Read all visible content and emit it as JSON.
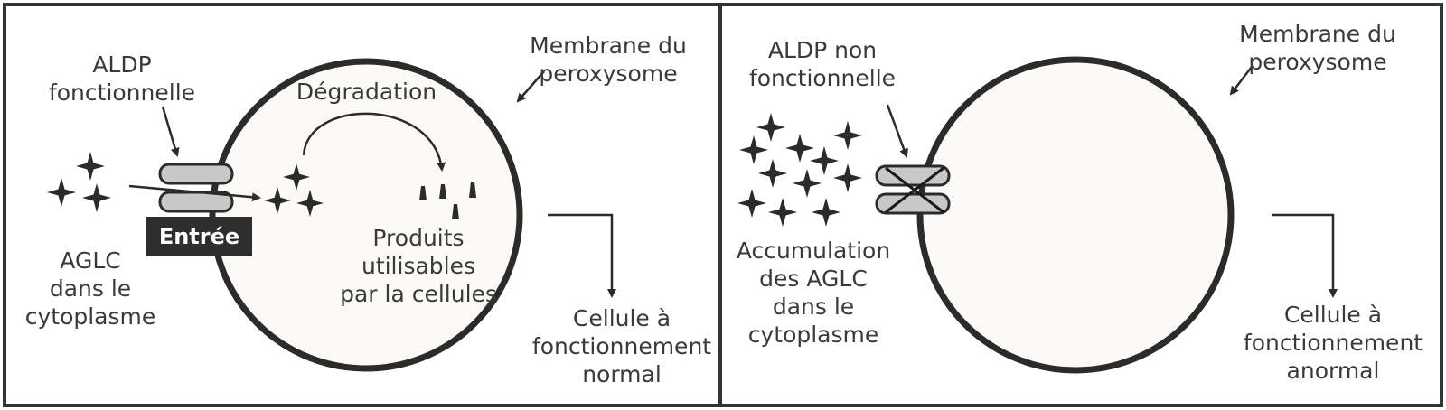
{
  "panels": {
    "normal": {
      "aldp_label_1": "ALDP",
      "aldp_label_2": "fonctionnelle",
      "membrane_label_1": "Membrane du",
      "membrane_label_2": "peroxysome",
      "degradation_label": "Dégradation",
      "entry_label": "Entrée",
      "aglc_label_1": "AGLC",
      "aglc_label_2": "dans le",
      "aglc_label_3": "cytoplasme",
      "products_label_1": "Produits",
      "products_label_2": "utilisables",
      "products_label_3": "par la cellules",
      "cell_label_1": "Cellule à",
      "cell_label_2": "fonctionnement",
      "cell_label_3": "normal"
    },
    "abnormal": {
      "aldp_label_1": "ALDP non",
      "aldp_label_2": "fonctionnelle",
      "membrane_label_1": "Membrane du",
      "membrane_label_2": "peroxysome",
      "accum_label_1": "Accumulation",
      "accum_label_2": "des AGLC",
      "accum_label_3": "dans le",
      "accum_label_4": "cytoplasme",
      "cell_label_1": "Cellule à",
      "cell_label_2": "fonctionnement",
      "cell_label_3": "anormal"
    }
  },
  "colors": {
    "outline": "#2b2b2b",
    "peroxisome_fill": "#fbfaf6",
    "transporter_fill": "#c8c8c8",
    "text": "#3a3a3a"
  }
}
